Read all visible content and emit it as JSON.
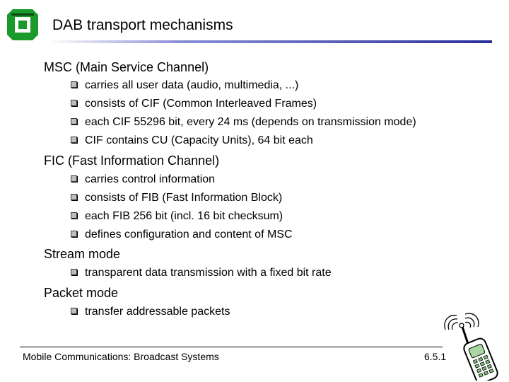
{
  "header": {
    "title": "DAB transport mechanisms"
  },
  "sections": [
    {
      "heading": "MSC (Main Service Channel)",
      "bullets": [
        "carries all user data (audio, multimedia, ...)",
        "consists of CIF (Common Interleaved Frames)",
        "each CIF 55296 bit, every 24 ms (depends on transmission mode)",
        "CIF contains CU (Capacity Units), 64 bit each"
      ]
    },
    {
      "heading": "FIC (Fast Information Channel)",
      "bullets": [
        "carries control information",
        "consists of FIB (Fast Information Block)",
        "each FIB 256 bit (incl. 16 bit checksum)",
        "defines configuration and content of MSC"
      ]
    },
    {
      "heading": "Stream mode",
      "bullets": [
        "transparent data transmission with a fixed bit rate"
      ]
    },
    {
      "heading": "Packet mode",
      "bullets": [
        "transfer addressable packets"
      ]
    }
  ],
  "footer": {
    "left": "Mobile Communications: Broadcast Systems",
    "right": "6.5.1"
  },
  "icons": {
    "logo": "university-logo-icon",
    "bullet": "checkbox-bullet-icon",
    "phone": "mobile-phone-icon"
  },
  "colors": {
    "logo_green": "#1a9a2a",
    "rule_blue": "#2b2f9e"
  }
}
